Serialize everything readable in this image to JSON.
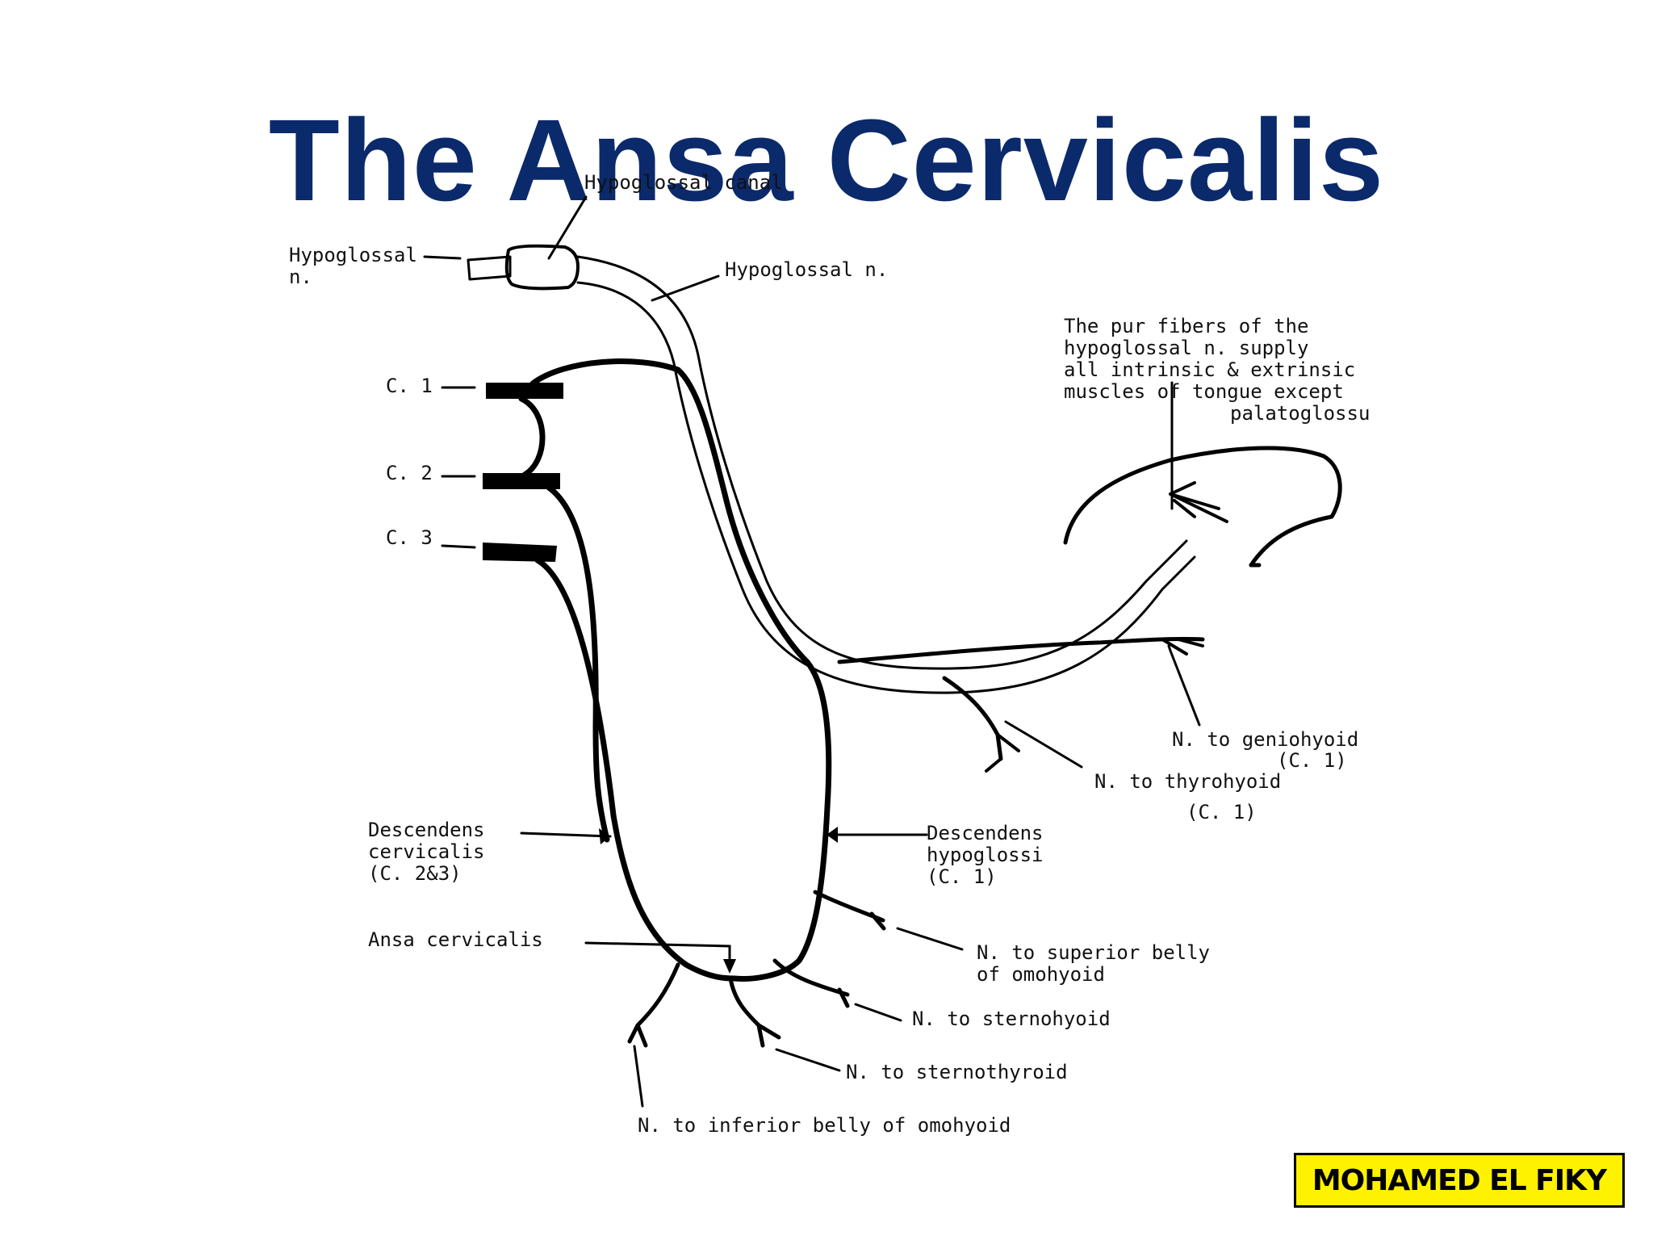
{
  "title": "The Ansa Cervicalis",
  "colors": {
    "title": "#0b2a6b",
    "badge_bg": "#fff200",
    "ink": "#000000"
  },
  "labels": {
    "hypoglossal_canal": "Hypoglossal canal",
    "hypoglossal_n_left_1": "Hypoglossal",
    "hypoglossal_n_left_2": "n.",
    "hypoglossal_n": "Hypoglossal n.",
    "pure_fibers_1": "The pur fibers of the",
    "pure_fibers_2": "hypoglossal n. supply",
    "pure_fibers_3": "all intrinsic & extrinsic",
    "pure_fibers_4": "muscles of tongue except",
    "pure_fibers_5": "palatoglossu",
    "c1": "C. 1",
    "c2": "C. 2",
    "c3": "C. 3",
    "geniohyoid_1": "N. to geniohyoid",
    "geniohyoid_2": "(C. 1)",
    "thyrohyoid_1": "N. to thyrohyoid",
    "thyrohyoid_2": "(C. 1)",
    "desc_cervicalis_1": "Descendens",
    "desc_cervicalis_2": "cervicalis",
    "desc_cervicalis_3": "(C. 2&3)",
    "desc_hypoglossi_1": "Descendens",
    "desc_hypoglossi_2": "hypoglossi",
    "desc_hypoglossi_3": "(C. 1)",
    "ansa_cervicalis": "Ansa cervicalis",
    "sup_omohyoid_1": "N. to superior belly",
    "sup_omohyoid_2": "of omohyoid",
    "sternohyoid": "N. to sternohyoid",
    "sternothyroid": "N. to sternothyroid",
    "inf_omohyoid": "N. to inferior belly of omohyoid"
  },
  "badge": "MOHAMED EL FIKY"
}
